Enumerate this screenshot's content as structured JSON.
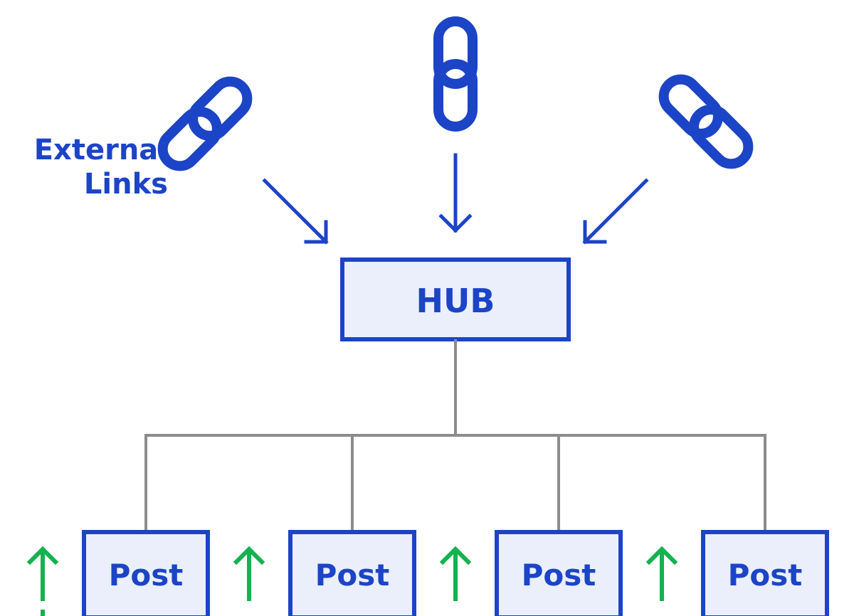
{
  "caption": {
    "line1": "External",
    "line2": "Links"
  },
  "hub": {
    "label": "HUB"
  },
  "posts": [
    {
      "label": "Post"
    },
    {
      "label": "Post"
    },
    {
      "label": "Post"
    },
    {
      "label": "Post"
    }
  ],
  "icons": {
    "external_link": "link-chain-icon",
    "incoming": "arrow-down-icon",
    "boost": "arrow-up-icon"
  },
  "colors": {
    "primary": "#1c44c7",
    "box_fill": "#eaeffb",
    "connector": "#8c8c8c",
    "boost": "#16b150",
    "background": "#ffffff"
  }
}
